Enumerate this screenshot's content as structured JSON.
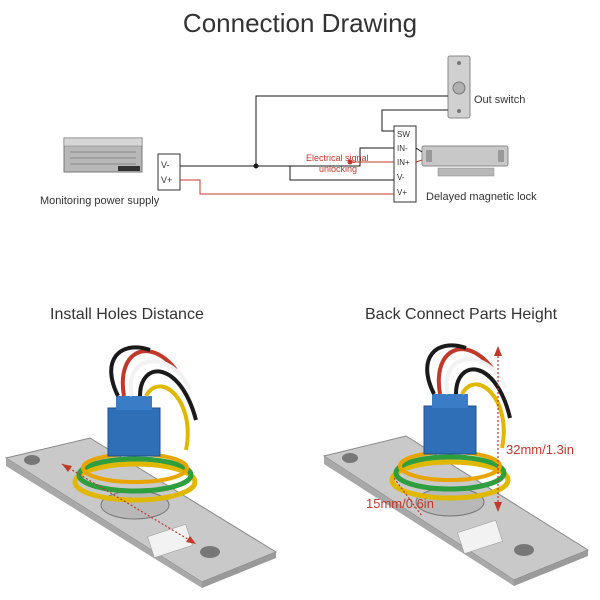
{
  "title": "Connection Drawing",
  "wiring": {
    "psu_label": "Monitoring power supply",
    "psu_terminals": [
      "V-",
      "V+"
    ],
    "switch_label": "Out switch",
    "lock_label": "Delayed magnetic lock",
    "signal_label_line1": "Electrical signal",
    "signal_label_line2": "unlocking",
    "controller_terminals": [
      "SW",
      "IN-",
      "IN+",
      "V-",
      "V+"
    ],
    "wire_colors": {
      "black": "#1a1a1a",
      "red": "#c0392b",
      "gray": "#888888"
    }
  },
  "panels": {
    "left_title": "Install Holes Distance",
    "right_title": "Back Connect Parts Height",
    "height_label": "32mm/1.3in",
    "width_label": "15mm/0.6in"
  }
}
